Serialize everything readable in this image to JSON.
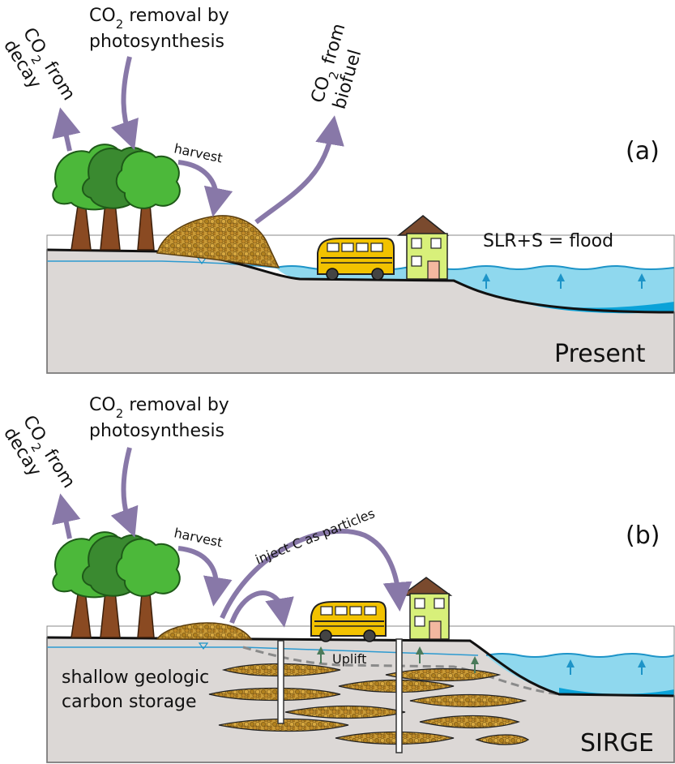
{
  "panel_a": {
    "letter": "(a)",
    "co2_removal_line1": "CO",
    "co2_removal_sub": "2",
    "co2_removal_rest": " removal by",
    "co2_removal_line2": "photosynthesis",
    "co2_decay_co": "CO",
    "co2_decay_sub": "2",
    "co2_decay_from": " from",
    "co2_decay_line2": "decay",
    "co2_biofuel_co": "CO",
    "co2_biofuel_sub": "2",
    "co2_biofuel_from": " from",
    "co2_biofuel_line2": "biofuel",
    "harvest": "harvest",
    "flood": "SLR+S = flood",
    "scenario": "Present"
  },
  "panel_b": {
    "letter": "(b)",
    "co2_removal_line1": "CO",
    "co2_removal_sub": "2",
    "co2_removal_rest": " removal by",
    "co2_removal_line2": "photosynthesis",
    "co2_decay_co": "CO",
    "co2_decay_sub": "2",
    "co2_decay_from": " from",
    "co2_decay_line2": "decay",
    "harvest": "harvest",
    "inject": "inject C as particles",
    "uplift": "Uplift",
    "storage_line1": "shallow geologic",
    "storage_line2": "carbon storage",
    "scenario": "SIRGE"
  },
  "colors": {
    "arrow": "#8878a8",
    "ground": "#dcd8d6",
    "water": "#8fd8ee",
    "water_deep": "#0aa2d8",
    "tree_light": "#4cb83a",
    "tree_dark": "#3a8a30",
    "trunk": "#8a4a22",
    "biomass": "#c0902e",
    "bus": "#f2c200",
    "house": "#d8f07a",
    "roof": "#7a4a2e",
    "uplift_arrow": "#4a7a5a"
  }
}
